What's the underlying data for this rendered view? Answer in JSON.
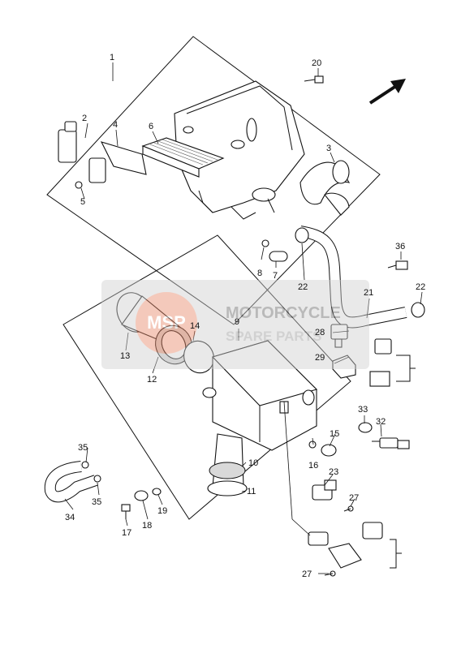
{
  "watermark": {
    "logo_text": "MSP",
    "line1": "MOTORCYCLE",
    "line2": "SPARE PARTS"
  },
  "callouts": {
    "n1": "1",
    "n2": "2",
    "n3": "3",
    "n4": "4",
    "n5": "5",
    "n6": "6",
    "n7": "7",
    "n8": "8",
    "n9": "9",
    "n10": "10",
    "n11": "11",
    "n12": "12",
    "n13": "13",
    "n14": "14",
    "n15": "15",
    "n16": "16",
    "n17": "17",
    "n18": "18",
    "n19": "19",
    "n20": "20",
    "n21": "21",
    "n22a": "22",
    "n22b": "22",
    "n23": "23",
    "n27a": "27",
    "n27b": "27",
    "n28": "28",
    "n29": "29",
    "n32": "32",
    "n33": "33",
    "n34": "34",
    "n35a": "35",
    "n35b": "35",
    "n36": "36"
  }
}
